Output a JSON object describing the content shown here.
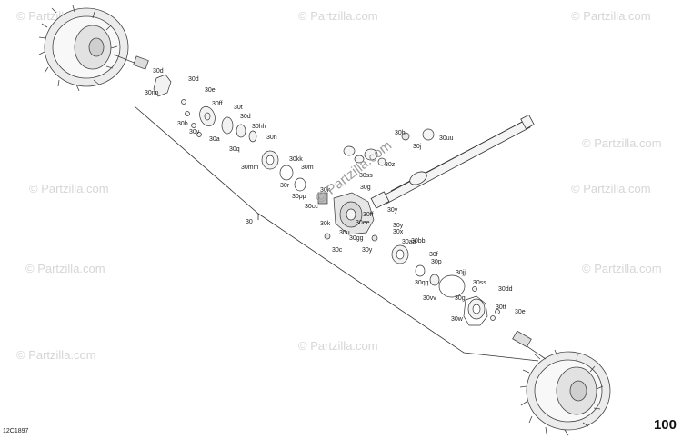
{
  "diagram": {
    "code": "12C1897",
    "page_number": "100",
    "main_callout": "30"
  },
  "watermark": {
    "text": "© Partzilla.com",
    "center_text": "© Partzilla.com"
  },
  "callouts": [
    "30d",
    "30d",
    "30nn",
    "30e",
    "30ff",
    "30t",
    "30b",
    "30v",
    "30d",
    "30a",
    "30hh",
    "30n",
    "30q",
    "30h",
    "30j",
    "30uu",
    "30z",
    "30kk",
    "30mm",
    "30m",
    "30ss",
    "30r",
    "30g",
    "30pp",
    "30k",
    "30cc",
    "30y",
    "30ff",
    "30ee",
    "30y",
    "30u",
    "30x",
    "30gg",
    "30aa",
    "30c",
    "30y",
    "30k",
    "30bb",
    "30f",
    "30p",
    "30jj",
    "30qq",
    "30vv",
    "30ss",
    "30dd",
    "30g",
    "30w",
    "30tt",
    "30e"
  ],
  "colors": {
    "line": "#333333",
    "part_fill": "#f2f2f2",
    "watermark": "#d6d6d6"
  }
}
